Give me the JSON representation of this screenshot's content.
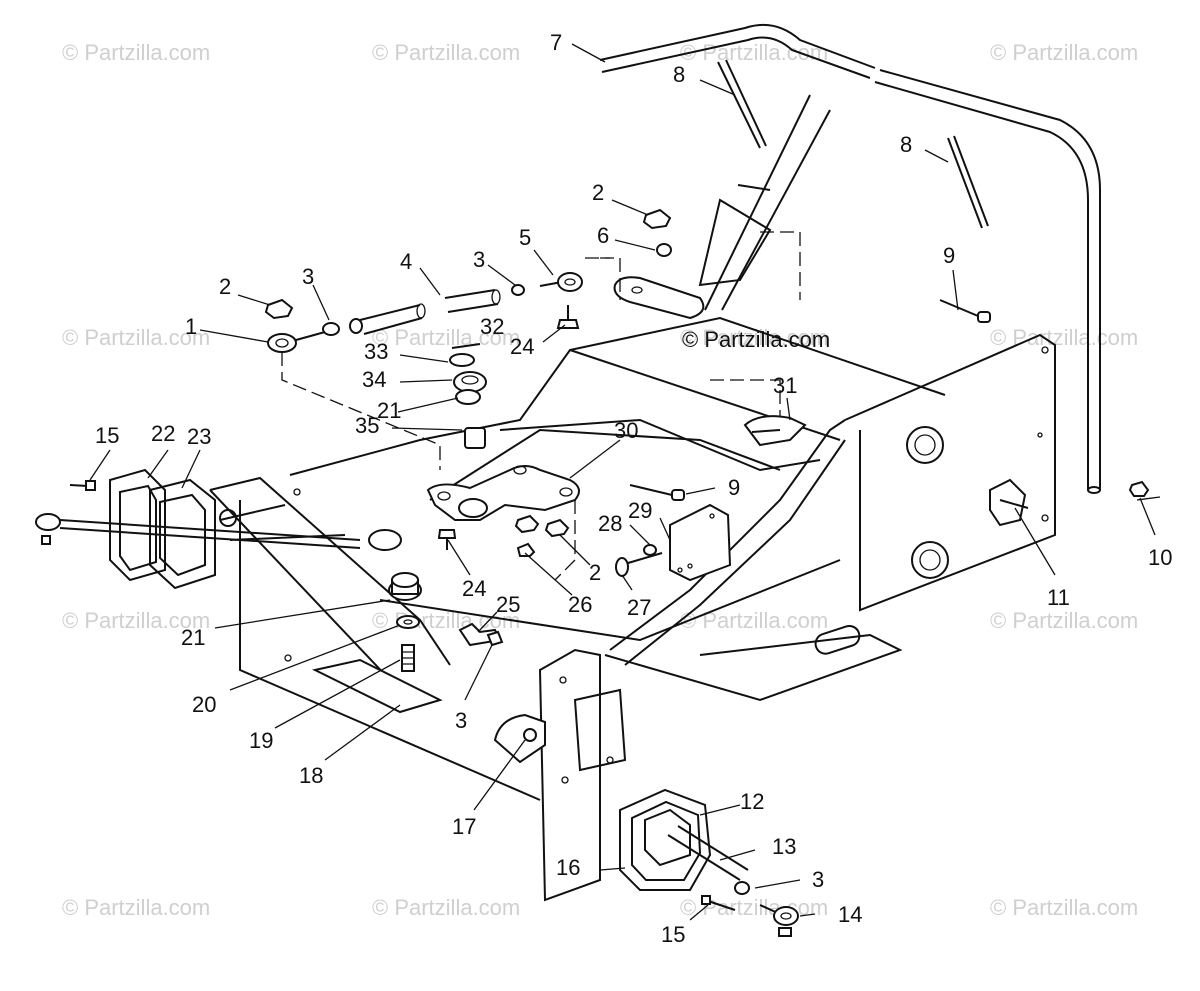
{
  "watermarks": [
    "© Partzilla.com",
    "© Partzilla.com",
    "© Partzilla.com",
    "© Partzilla.com",
    "© Partzilla.com",
    "© Partzilla.com",
    "© Partzilla.com",
    "© Partzilla.com",
    "© Partzilla.com",
    "© Partzilla.com",
    "© Partzilla.com",
    "© Partzilla.com",
    "© Partzilla.com",
    "© Partzilla.com",
    "© Partzilla.com",
    "© Partzilla.com"
  ],
  "center_credit": "© Partzilla.com",
  "callouts": [
    "7",
    "8",
    "8",
    "2",
    "6",
    "5",
    "3",
    "4",
    "3",
    "2",
    "1",
    "32",
    "24",
    "33",
    "34",
    "21",
    "9",
    "31",
    "35",
    "15",
    "22",
    "23",
    "30",
    "9",
    "28",
    "29",
    "24",
    "2",
    "26",
    "27",
    "25",
    "21",
    "20",
    "19",
    "18",
    "3",
    "17",
    "11",
    "10",
    "12",
    "13",
    "16",
    "3",
    "15",
    "14"
  ]
}
